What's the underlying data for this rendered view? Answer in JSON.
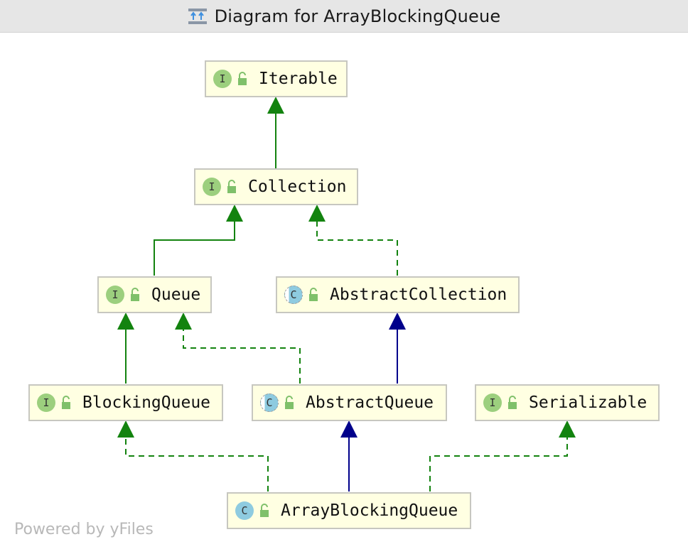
{
  "window": {
    "title": "Diagram for ArrayBlockingQueue",
    "title_icon": "class-hierarchy-icon"
  },
  "footer": {
    "powered_by": "Powered by yFiles"
  },
  "colors": {
    "extends_interface_edge": "#13830f",
    "extends_class_edge": "#00008b",
    "node_fill": "#ffffe2",
    "node_border": "#c7c7c0",
    "interface_badge": "#9ccf7e",
    "class_badge": "#8ecbe0"
  },
  "nodes": {
    "iterable": {
      "label": "Iterable",
      "kind": "interface",
      "badge": "I"
    },
    "collection": {
      "label": "Collection",
      "kind": "interface",
      "badge": "I"
    },
    "queue": {
      "label": "Queue",
      "kind": "interface",
      "badge": "I"
    },
    "abstract_collection": {
      "label": "AbstractCollection",
      "kind": "abstract-class",
      "badge": "C"
    },
    "blocking_queue": {
      "label": "BlockingQueue",
      "kind": "interface",
      "badge": "I"
    },
    "abstract_queue": {
      "label": "AbstractQueue",
      "kind": "abstract-class",
      "badge": "C"
    },
    "serializable": {
      "label": "Serializable",
      "kind": "interface",
      "badge": "I"
    },
    "array_blocking_queue": {
      "label": "ArrayBlockingQueue",
      "kind": "class",
      "badge": "C"
    }
  },
  "edges": [
    {
      "from": "Collection",
      "to": "Iterable",
      "type": "extends",
      "style": "solid-green"
    },
    {
      "from": "Queue",
      "to": "Collection",
      "type": "extends",
      "style": "solid-green"
    },
    {
      "from": "AbstractCollection",
      "to": "Collection",
      "type": "implements",
      "style": "dashed-green"
    },
    {
      "from": "BlockingQueue",
      "to": "Queue",
      "type": "extends",
      "style": "solid-green"
    },
    {
      "from": "AbstractQueue",
      "to": "Queue",
      "type": "implements",
      "style": "dashed-green"
    },
    {
      "from": "AbstractQueue",
      "to": "AbstractCollection",
      "type": "extends",
      "style": "solid-blue"
    },
    {
      "from": "ArrayBlockingQueue",
      "to": "BlockingQueue",
      "type": "implements",
      "style": "dashed-green"
    },
    {
      "from": "ArrayBlockingQueue",
      "to": "AbstractQueue",
      "type": "extends",
      "style": "solid-blue"
    },
    {
      "from": "ArrayBlockingQueue",
      "to": "Serializable",
      "type": "implements",
      "style": "dashed-green"
    }
  ]
}
